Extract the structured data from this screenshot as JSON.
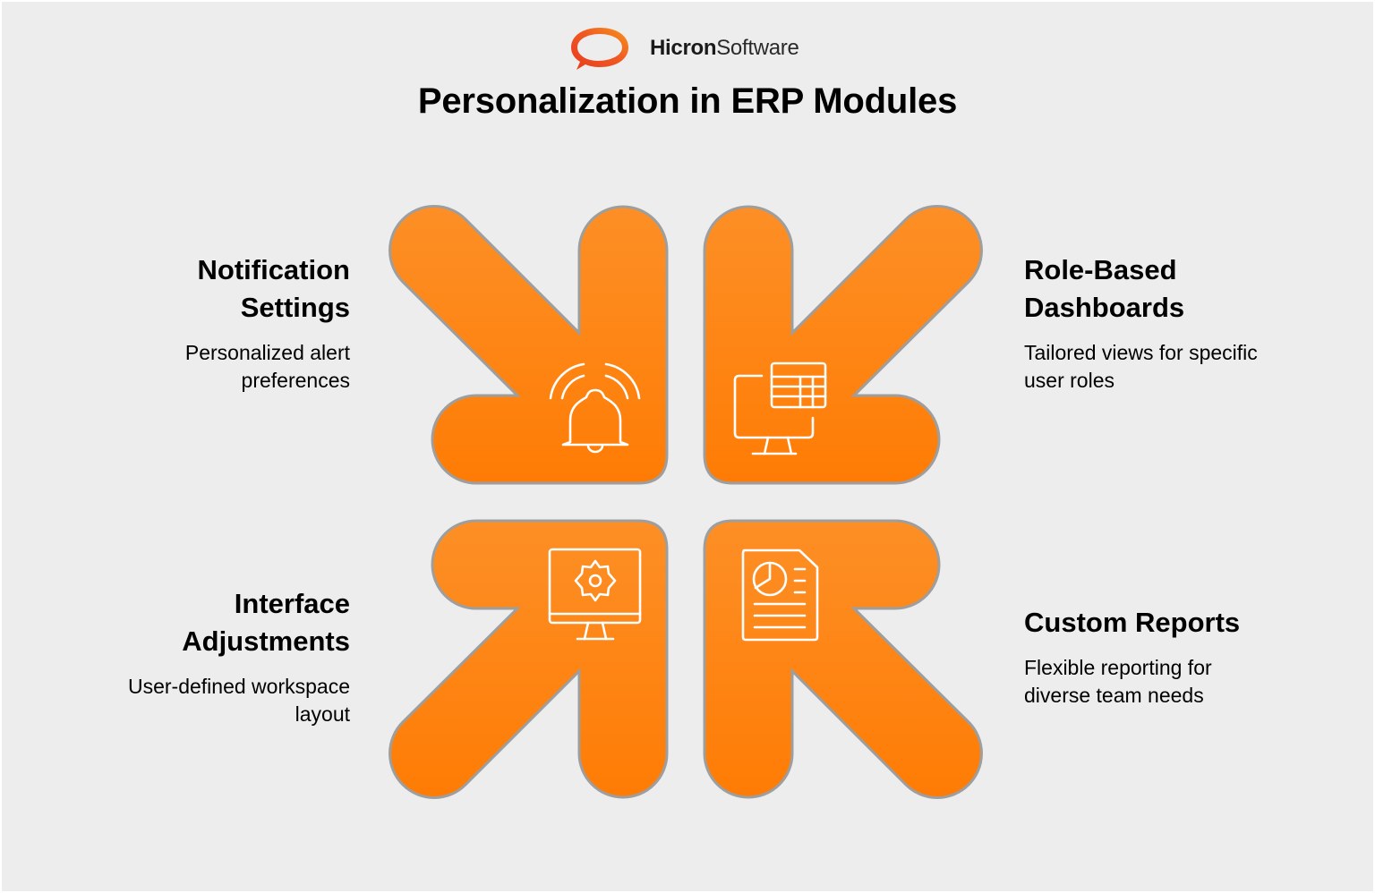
{
  "logo": {
    "brand_bold": "Hicron",
    "brand_light": "Software",
    "icon": "speech-bubble-ring-icon"
  },
  "title": "Personalization in ERP Modules",
  "colors": {
    "background": "#ededed",
    "arrow_fill_top": "#fd8f26",
    "arrow_fill_bottom": "#fe7c05",
    "arrow_stroke": "#9e9e9e",
    "logo_red": "#e8391f",
    "logo_orange": "#f7941d",
    "text": "#000000"
  },
  "items": [
    {
      "position": "top-left",
      "arrow_direction": "down-right",
      "icon": "bell-alert-icon",
      "heading_line1": "Notification",
      "heading_line2": "Settings",
      "desc_line1": "Personalized alert",
      "desc_line2": "preferences"
    },
    {
      "position": "top-right",
      "arrow_direction": "down-left",
      "icon": "monitor-table-icon",
      "heading_line1": "Role-Based",
      "heading_line2": "Dashboards",
      "desc_line1": "Tailored views for specific",
      "desc_line2": "user roles"
    },
    {
      "position": "bottom-left",
      "arrow_direction": "up-right",
      "icon": "monitor-gear-icon",
      "heading_line1": "Interface",
      "heading_line2": "Adjustments",
      "desc_line1": "User-defined workspace",
      "desc_line2": "layout"
    },
    {
      "position": "bottom-right",
      "arrow_direction": "up-left",
      "icon": "report-document-icon",
      "heading_line1": "Custom Reports",
      "heading_line2": "",
      "desc_line1": "Flexible reporting for",
      "desc_line2": "diverse team needs"
    }
  ]
}
